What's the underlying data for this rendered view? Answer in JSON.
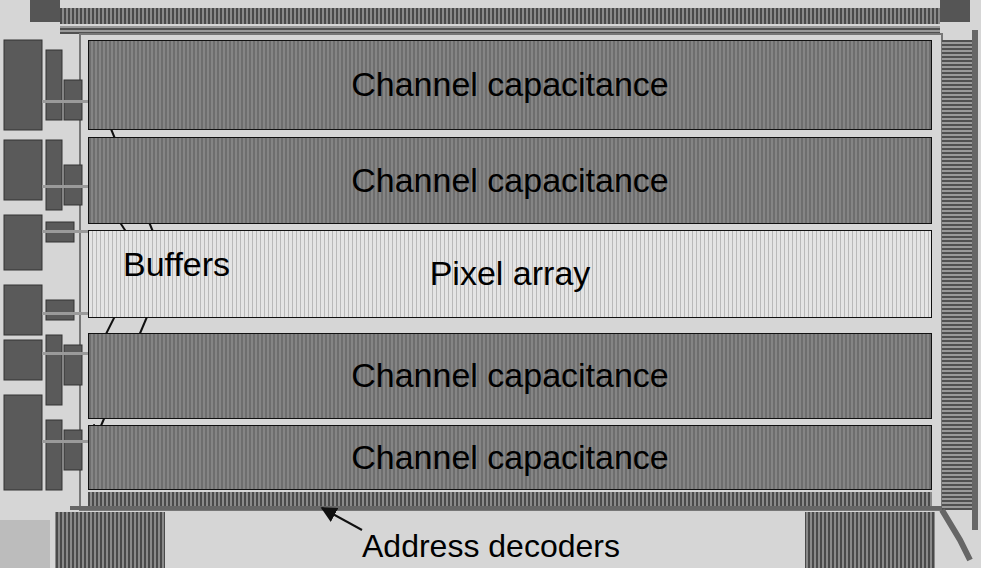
{
  "diagram": {
    "nodes": [
      {
        "text": [
          "Channel capacitance"
        ]
      },
      {
        "text": [
          "Channel capacitance"
        ]
      },
      {
        "text": [
          "Pixel array"
        ]
      },
      {
        "text": [
          "Channel capacitance"
        ]
      },
      {
        "text": [
          "Channel capacitance"
        ]
      }
    ],
    "labels": [
      "Buffers",
      "Address decoders"
    ]
  }
}
